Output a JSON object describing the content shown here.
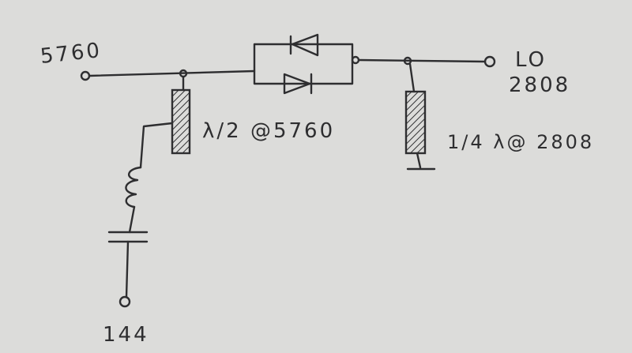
{
  "diagram": {
    "labels": {
      "input_freq": "5760",
      "lo_label": "LO",
      "lo_freq": "2808",
      "if_freq": "144",
      "stub_left": "λ/2 @5760",
      "stub_right": "1/4 λ@ 2808"
    },
    "colors": {
      "paper": "#dcdcda",
      "ink": "#2e2e30"
    }
  }
}
